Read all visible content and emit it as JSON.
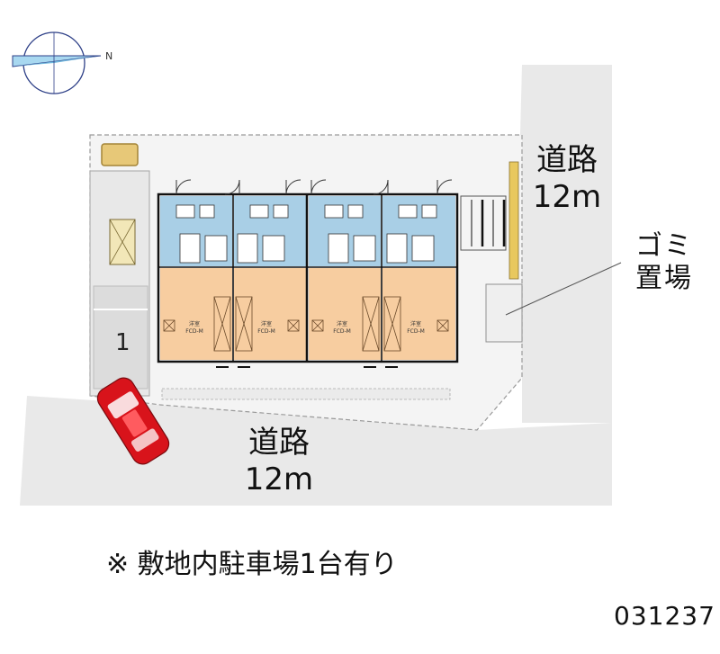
{
  "road_top": {
    "line1": "道路",
    "line2": "12m"
  },
  "road_bottom": {
    "line1": "道路",
    "line2": "12m"
  },
  "garbage": {
    "line1": "ゴミ",
    "line2": "置場"
  },
  "parking_spot": "1",
  "note": "※ 敷地内駐車場1台有り",
  "code": "031237",
  "compass": {
    "north_letter": "N"
  },
  "colors": {
    "bath_blue": "#a9cfe6",
    "room_orange": "#f7cda0",
    "road_gray": "#e9e9e9",
    "lot_gray": "#f3f3f3",
    "car_red": "#d8131b",
    "hedge_yellow": "#e8c85e"
  },
  "room_labels": [
    {
      "l1": "洋室",
      "l2": "FCD-M"
    },
    {
      "l1": "洋室",
      "l2": "FCD-M"
    },
    {
      "l1": "洋室",
      "l2": "FCD-M"
    },
    {
      "l1": "洋室",
      "l2": "FCD-M"
    }
  ]
}
